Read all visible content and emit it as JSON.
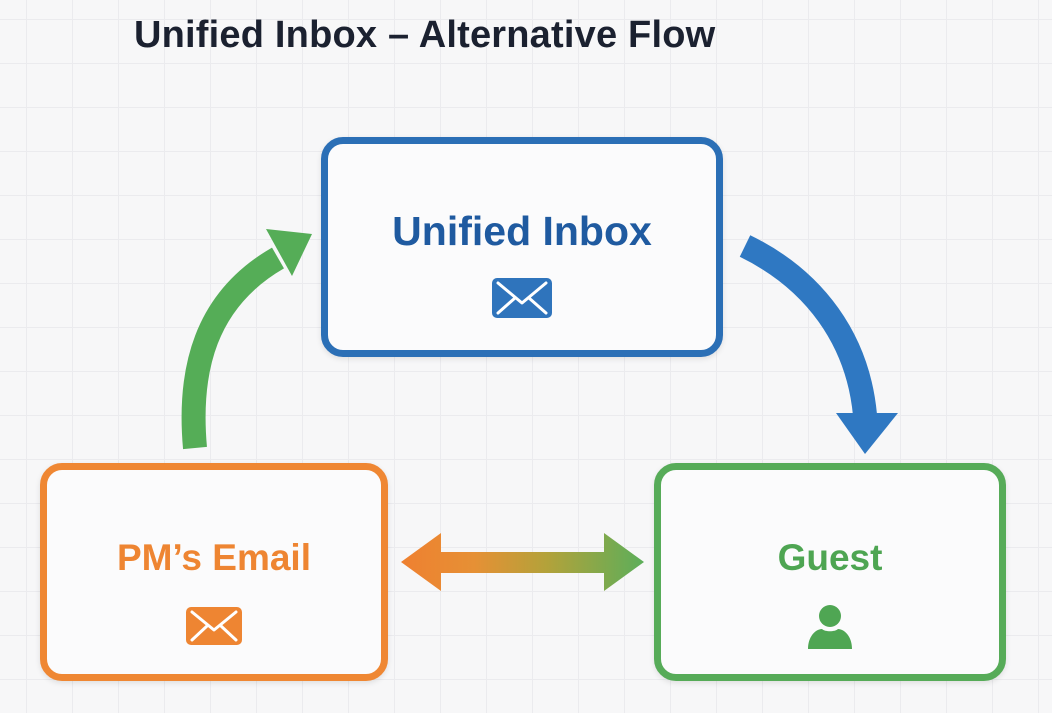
{
  "title": "Unified Inbox – Alternative Flow",
  "colors": {
    "inbox": "#2b6fb6",
    "inbox_text": "#1f5aa0",
    "pm_email": "#ef8733",
    "guest": "#56ab58",
    "title_text": "#1b2130"
  },
  "nodes": {
    "inbox": {
      "label": "Unified Inbox",
      "icon": "envelope-icon"
    },
    "pm_email": {
      "label": "PM’s Email",
      "icon": "envelope-icon"
    },
    "guest": {
      "label": "Guest",
      "icon": "user-icon"
    }
  },
  "edges": [
    {
      "from": "PM’s Email",
      "to": "Unified Inbox",
      "direction": "one-way"
    },
    {
      "from": "Unified Inbox",
      "to": "Guest",
      "direction": "one-way"
    },
    {
      "from": "PM’s Email",
      "to": "Guest",
      "direction": "two-way"
    }
  ]
}
